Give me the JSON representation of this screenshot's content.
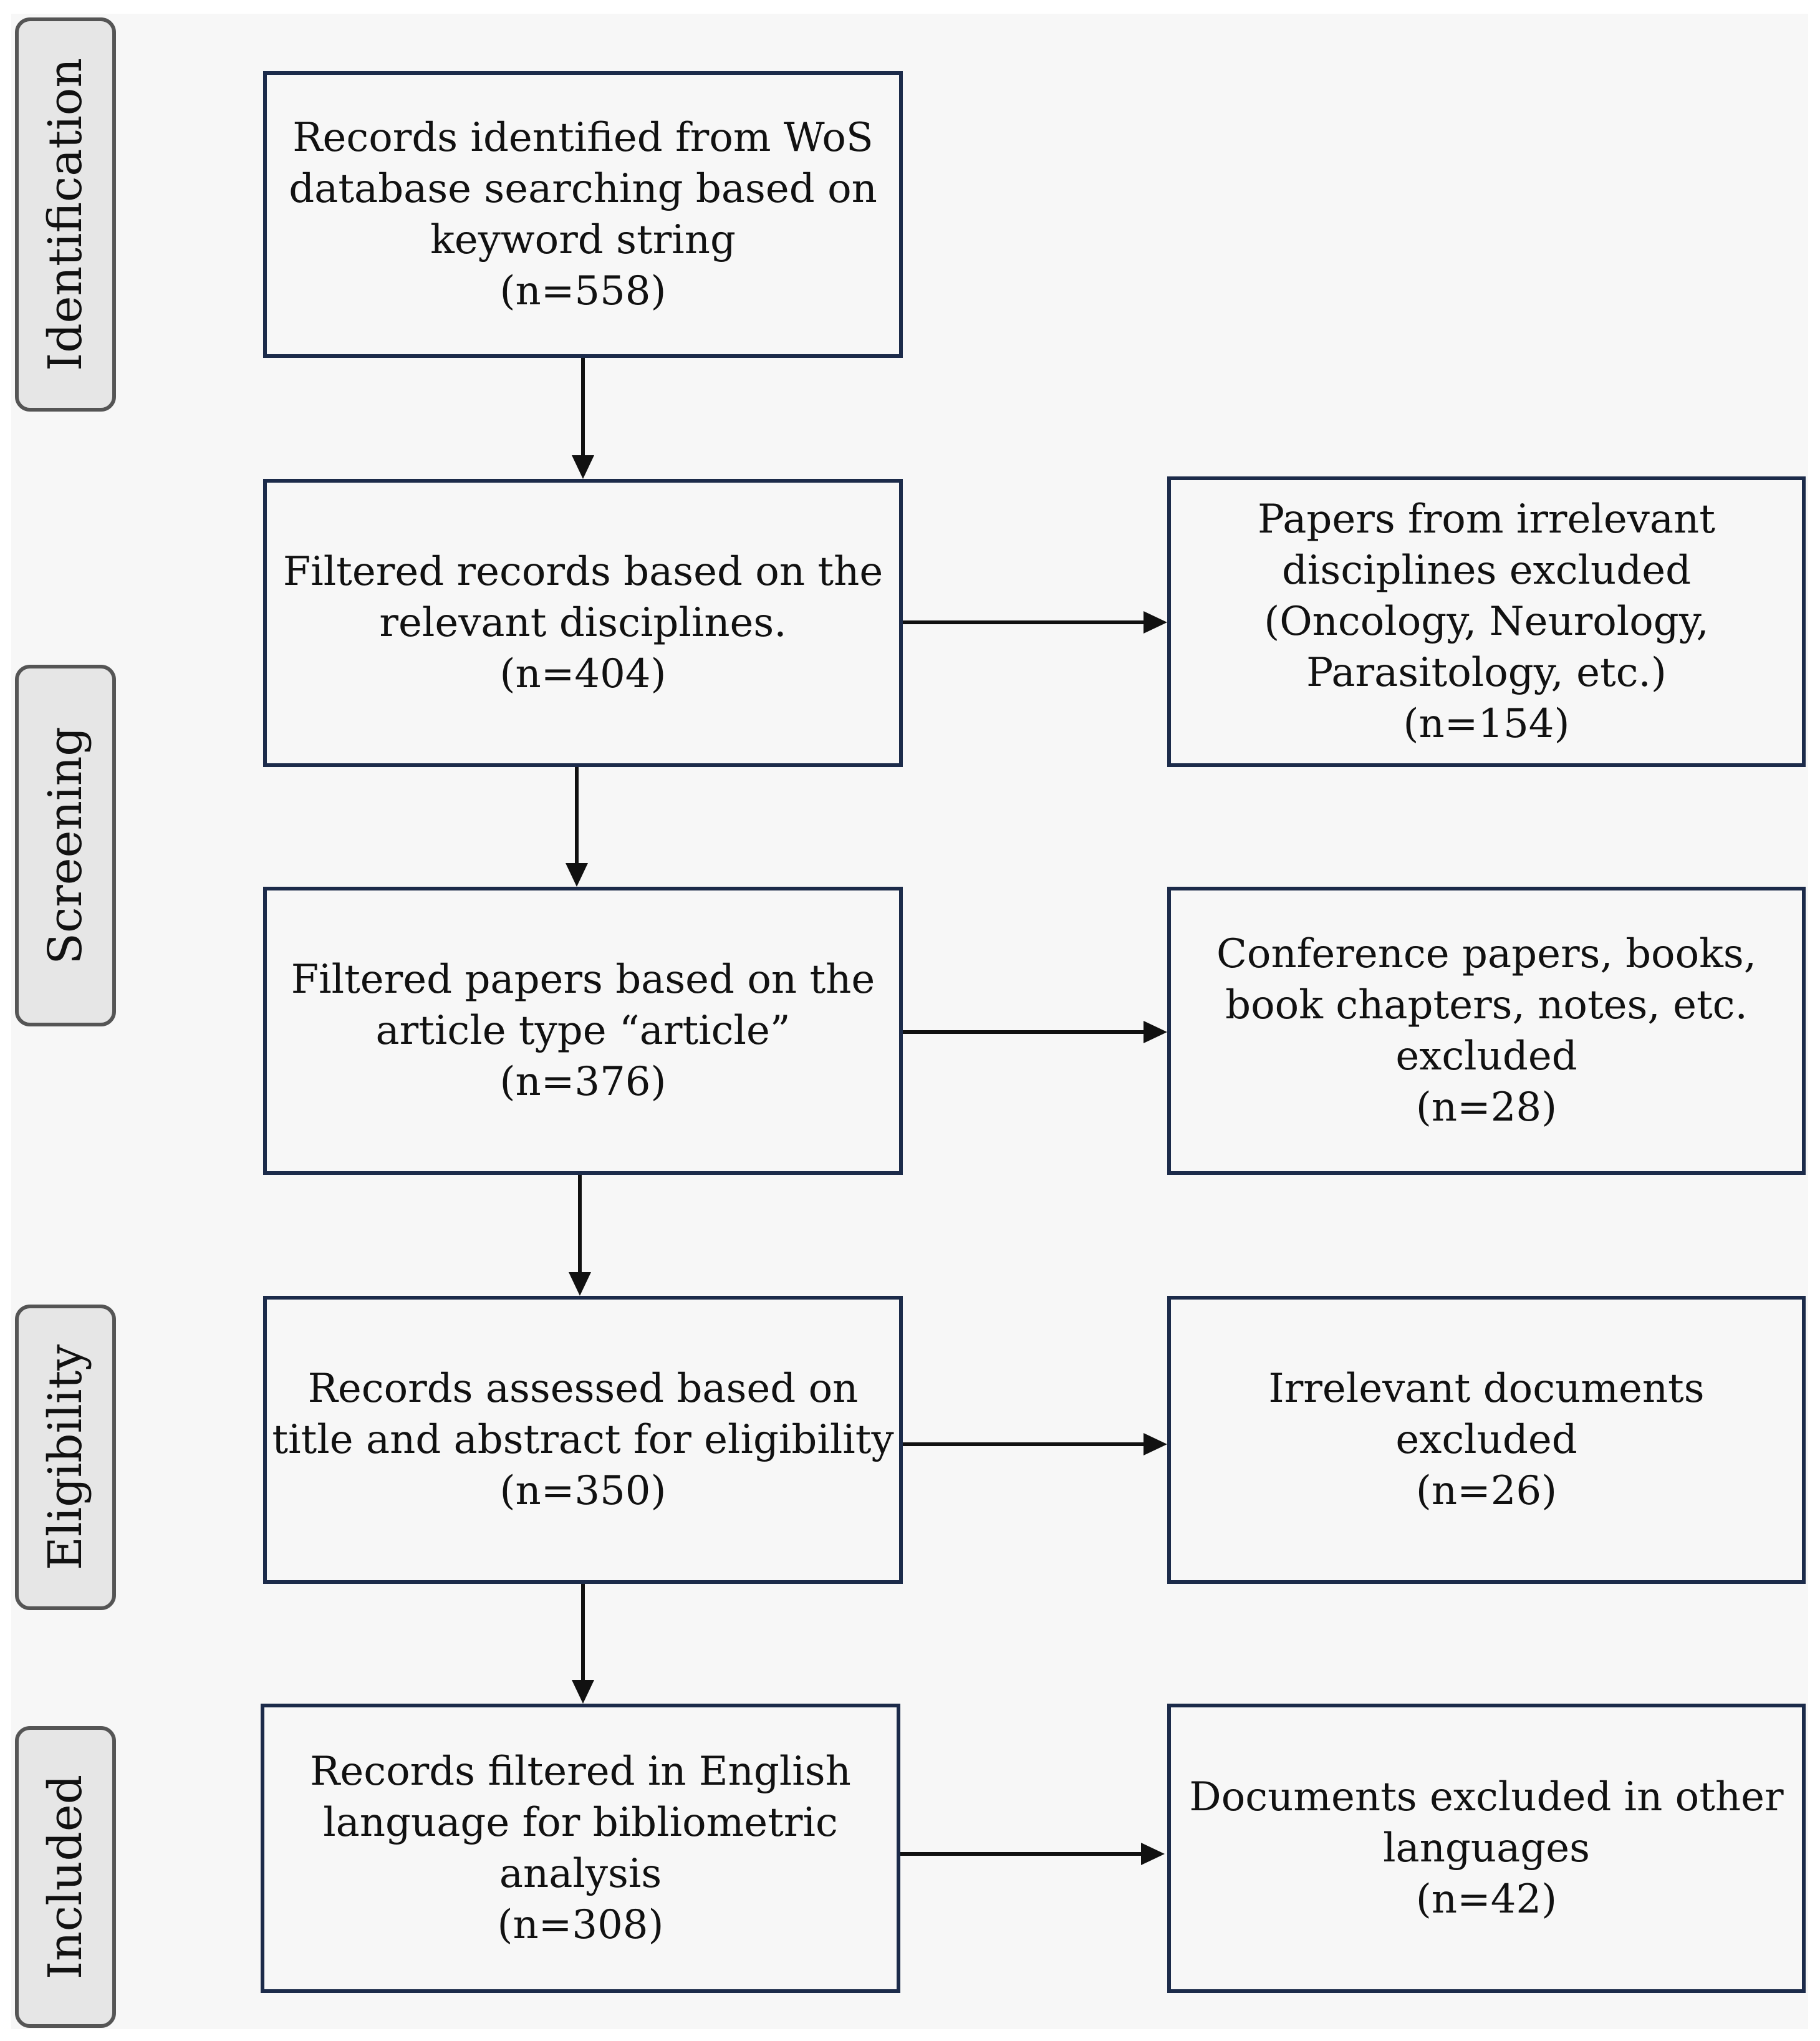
{
  "colors": {
    "box_border": "#1c2b4a",
    "stage_fill": "#e6e6e6",
    "stage_border": "#555555",
    "arrow": "#111111",
    "background": "#f7f7f7"
  },
  "stages": {
    "identification": "Identification",
    "screening": "Screening",
    "eligibility": "Eligibility",
    "included": "Included"
  },
  "boxes": {
    "identified": [
      "Records identified from WoS",
      "database searching based on",
      "keyword string",
      "(n=558)"
    ],
    "disciplines": [
      "Filtered records based on the",
      "relevant disciplines.",
      "(n=404)"
    ],
    "excluded_disciplines": [
      "Papers from irrelevant",
      "disciplines excluded",
      "(Oncology, Neurology,",
      "Parasitology, etc.)",
      "(n=154)"
    ],
    "article_type": [
      "Filtered papers based on the",
      "article type “article”",
      "(n=376)"
    ],
    "excluded_types": [
      "Conference papers, books,",
      "book chapters, notes, etc.",
      "excluded",
      "(n=28)"
    ],
    "assessed": [
      "Records assessed based on",
      "title and abstract for eligibility",
      "(n=350)"
    ],
    "excluded_irrelevant": [
      "Irrelevant documents",
      "excluded",
      "(n=26)"
    ],
    "english": [
      "Records filtered in English",
      "language for bibliometric",
      "analysis",
      "(n=308)"
    ],
    "excluded_languages": [
      "Documents excluded in other",
      "languages",
      "(n=42)"
    ]
  }
}
